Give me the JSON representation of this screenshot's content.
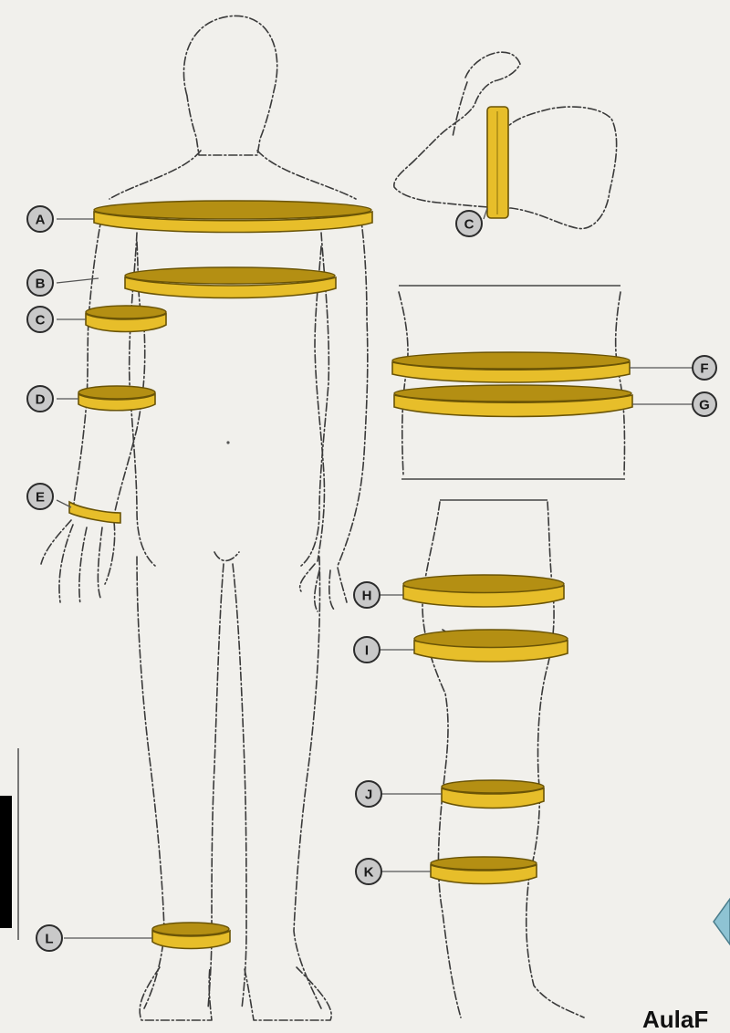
{
  "markers": {
    "a": "A",
    "b": "B",
    "c_arm": "C",
    "c_detail": "C",
    "d": "D",
    "e": "E",
    "f": "F",
    "g": "G",
    "h": "H",
    "i": "I",
    "j": "J",
    "k": "K",
    "l": "L"
  },
  "band_color": "#e7be2a",
  "brand": {
    "text": "AulaF"
  }
}
